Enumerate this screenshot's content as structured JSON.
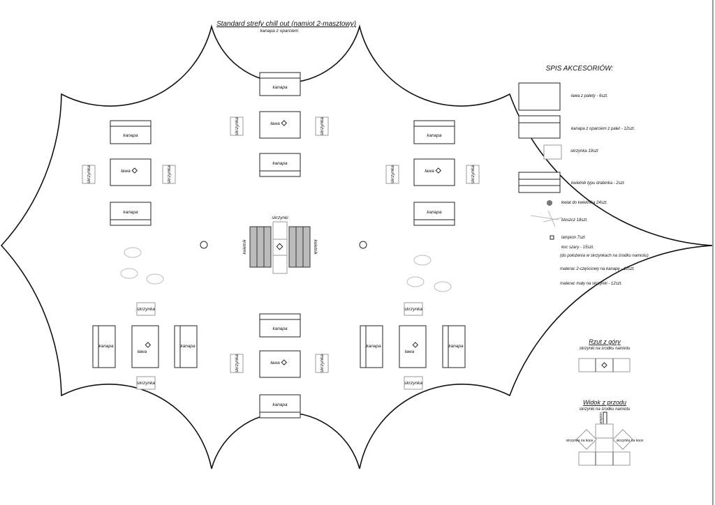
{
  "title": "Standard strefy chill out (namiot 2-masztowy)",
  "subtitle": "kanapa z oparciem",
  "labels": {
    "kanapa": "kanapa",
    "lawa": "ława",
    "skrzynka": "skrzynka",
    "skrzynki": "skrzynki",
    "kwietnik": "kwietnik"
  },
  "legend": {
    "title": "SPIS AKCESORIÓW:",
    "items": [
      "ława z palety - 6szt.",
      "kanapa z oparciem z palet - 12szt.",
      "skrzynka 19szt",
      "kwietnik typu drabinka - 2szt.",
      "kwiat do kwietnika 24szt.",
      "bluszcz 18szt.",
      "lampion 7szt",
      "koc szary - 15szt.",
      "(do położenia w skrzynkach na środku namiotu)",
      "materac 2-częściowy na kanapę - 12szt.",
      "materac mały na skrzynki - 12szt."
    ]
  },
  "top_view": {
    "title": "Rzut z góry",
    "subtitle": "skrzynki na środku namiotu"
  },
  "front_view": {
    "title": "Widok z przodu",
    "subtitle": "skrzynki na środku namiotu",
    "lampion": "lampion",
    "box_left": "skrzynka na koce",
    "box_right": "skrzynka na koce"
  }
}
